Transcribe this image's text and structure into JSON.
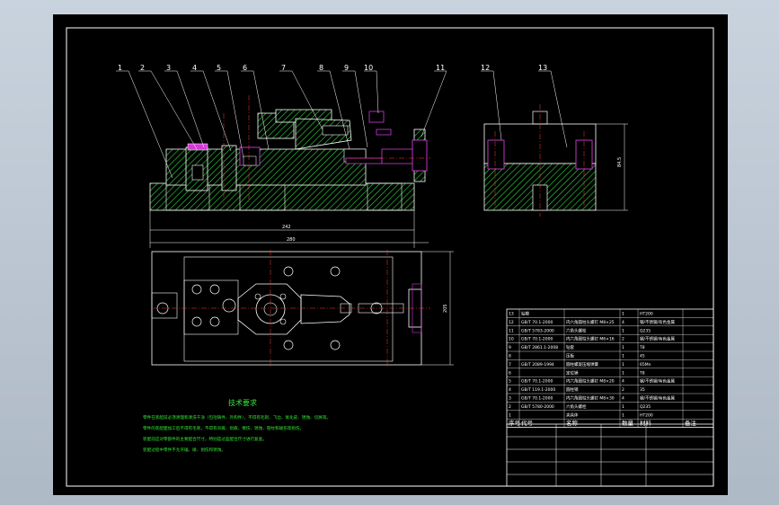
{
  "drawing": {
    "part_numbers": [
      "1",
      "2",
      "3",
      "4",
      "5",
      "6",
      "7",
      "8",
      "9",
      "10",
      "11",
      "12",
      "13"
    ],
    "dimensions": {
      "front_width_1": "242",
      "front_width_2": "280",
      "right_height": "84.5",
      "top_height": "205"
    },
    "tech_title": "技术要求",
    "tech_lines": [
      "零件在装配前必须清理和清洗干净（包括铸件、外购件），不得有毛刺、飞边、氧化皮、锈蚀、切屑等。",
      "零件的装配面加工后不得有毛刺，不得有凹痕、划痕、擦伤、锈蚀、裂纹和碰伤等损伤。",
      "装配前应对零部件的主要配合尺寸，特别是过盈配合尺寸进行复查。",
      "装配过程中零件不允许磕、碰、划伤和锈蚀。"
    ],
    "bom_rows": [
      [
        "13",
        "钻模",
        "",
        "1",
        "HT200",
        ""
      ],
      [
        "12",
        "GB/T 70.1-2000",
        "内六角圆柱头螺钉 M8×25",
        "4",
        "钢/不锈钢/有色金属",
        ""
      ],
      [
        "11",
        "GB/T 5783-2000",
        "六角头螺栓",
        "1",
        "Q235",
        ""
      ],
      [
        "10",
        "GB/T 70.1-2000",
        "内六角圆柱头螺钉 M6×16",
        "2",
        "钢/不锈钢/有色金属",
        ""
      ],
      [
        "9",
        "GB/T 2861.1-2008",
        "钻套",
        "1",
        "T8",
        ""
      ],
      [
        "8",
        "",
        "压板",
        "1",
        "45",
        ""
      ],
      [
        "7",
        "GB/T 2089-1994",
        "圆柱螺旋压缩弹簧",
        "1",
        "65Mn",
        ""
      ],
      [
        "6",
        "",
        "定位销",
        "1",
        "T8",
        ""
      ],
      [
        "5",
        "GB/T 70.1-2000",
        "内六角圆柱头螺钉 M8×20",
        "4",
        "钢/不锈钢/有色金属",
        ""
      ],
      [
        "4",
        "GB/T 119.1-2000",
        "圆柱销",
        "2",
        "35",
        ""
      ],
      [
        "3",
        "GB/T 70.1-2000",
        "内六角圆柱头螺钉 M8×30",
        "4",
        "钢/不锈钢/有色金属",
        ""
      ],
      [
        "2",
        "GB/T 5780-2000",
        "六角头螺栓",
        "1",
        "Q235",
        ""
      ],
      [
        "1",
        "",
        "夹具体",
        "1",
        "HT200",
        ""
      ]
    ],
    "bom_header": [
      "序号",
      "代号",
      "名称",
      "数量",
      "材料",
      "备注"
    ]
  }
}
